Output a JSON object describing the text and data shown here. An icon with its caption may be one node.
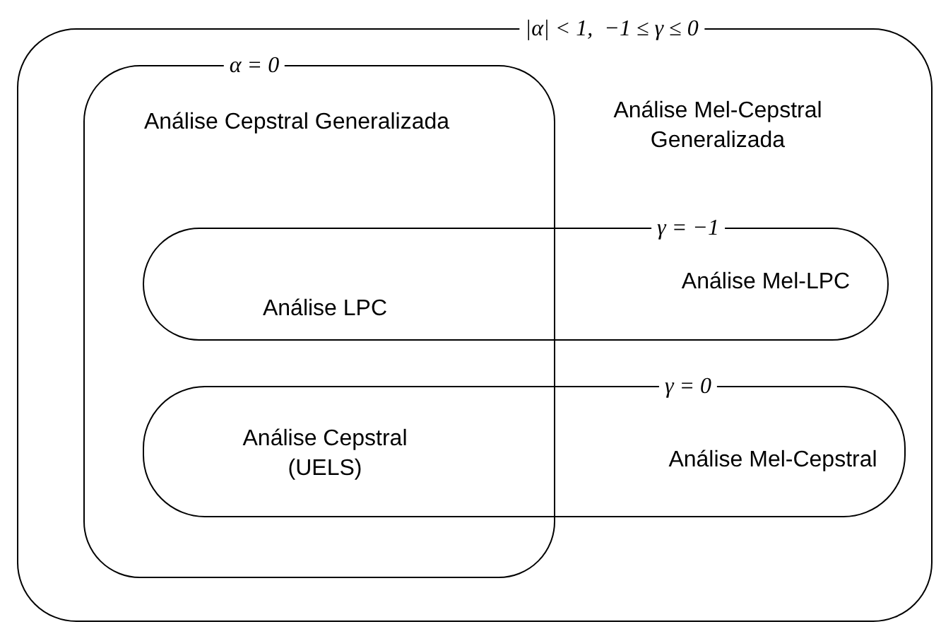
{
  "diagram": {
    "nodes": [
      {
        "text": [
          "|α| < 1,  −1 ≤ γ ≤ 0",
          "Análise Mel-Cepstral Generalizada"
        ]
      },
      {
        "text": [
          "α = 0",
          "Análise Cepstral Generalizada"
        ],
        "in": 0
      },
      {
        "text": [
          "γ = −1",
          "Análise Mel-LPC"
        ],
        "in": 0
      },
      {
        "text": [
          "γ = 0",
          "Análise Mel-Cepstral"
        ],
        "in": 0
      }
    ],
    "labels": [
      "Análise LPC",
      "Análise Cepstral (UELS)"
    ]
  }
}
